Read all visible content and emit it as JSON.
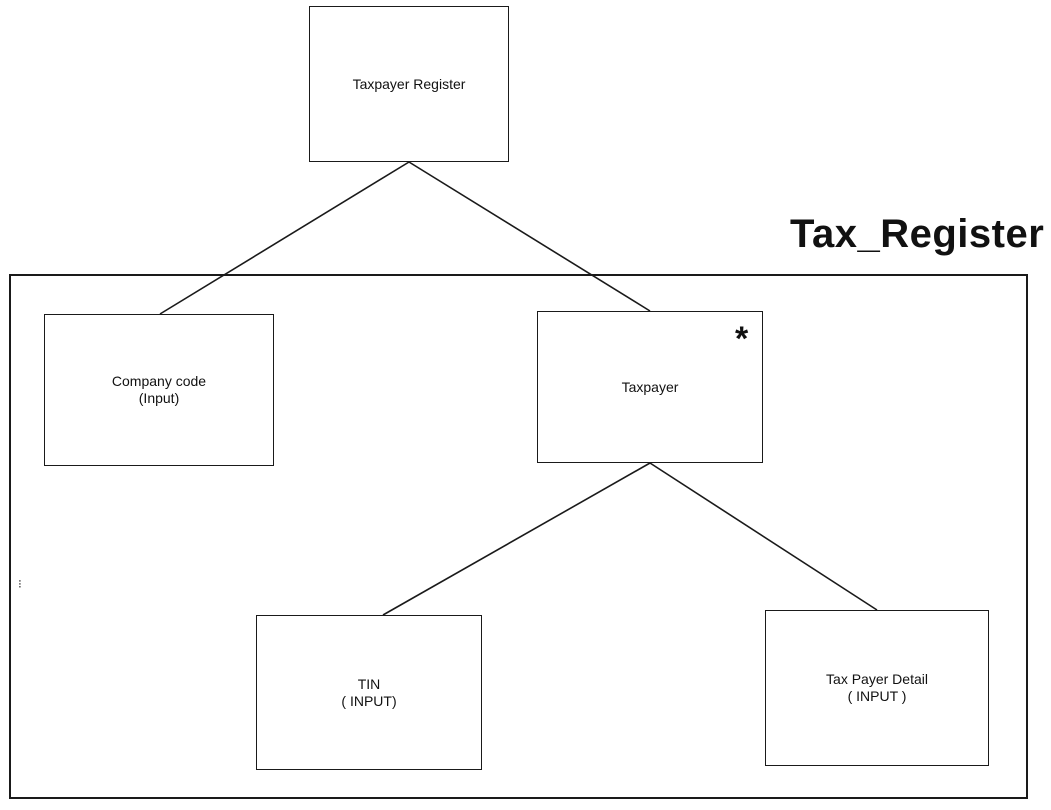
{
  "diagram": {
    "frame_title": "Tax_Register",
    "nodes": {
      "root": {
        "line1": "Taxpayer Register",
        "line2": ""
      },
      "company_code": {
        "line1": "Company code",
        "line2": "(Input)"
      },
      "taxpayer": {
        "line1": "Taxpayer",
        "line2": ""
      },
      "tin": {
        "line1": "TIN",
        "line2": "( INPUT)"
      },
      "taxpayer_detail": {
        "line1": "Tax Payer Detail",
        "line2": "( INPUT )"
      }
    },
    "iteration_marker": "*",
    "edges": [
      {
        "from": "root",
        "to": "company_code"
      },
      {
        "from": "root",
        "to": "taxpayer"
      },
      {
        "from": "taxpayer",
        "to": "tin"
      },
      {
        "from": "taxpayer",
        "to": "taxpayer_detail"
      }
    ]
  },
  "colors": {
    "stroke": "#1a1a1a",
    "text": "#111111",
    "background": "#ffffff"
  }
}
